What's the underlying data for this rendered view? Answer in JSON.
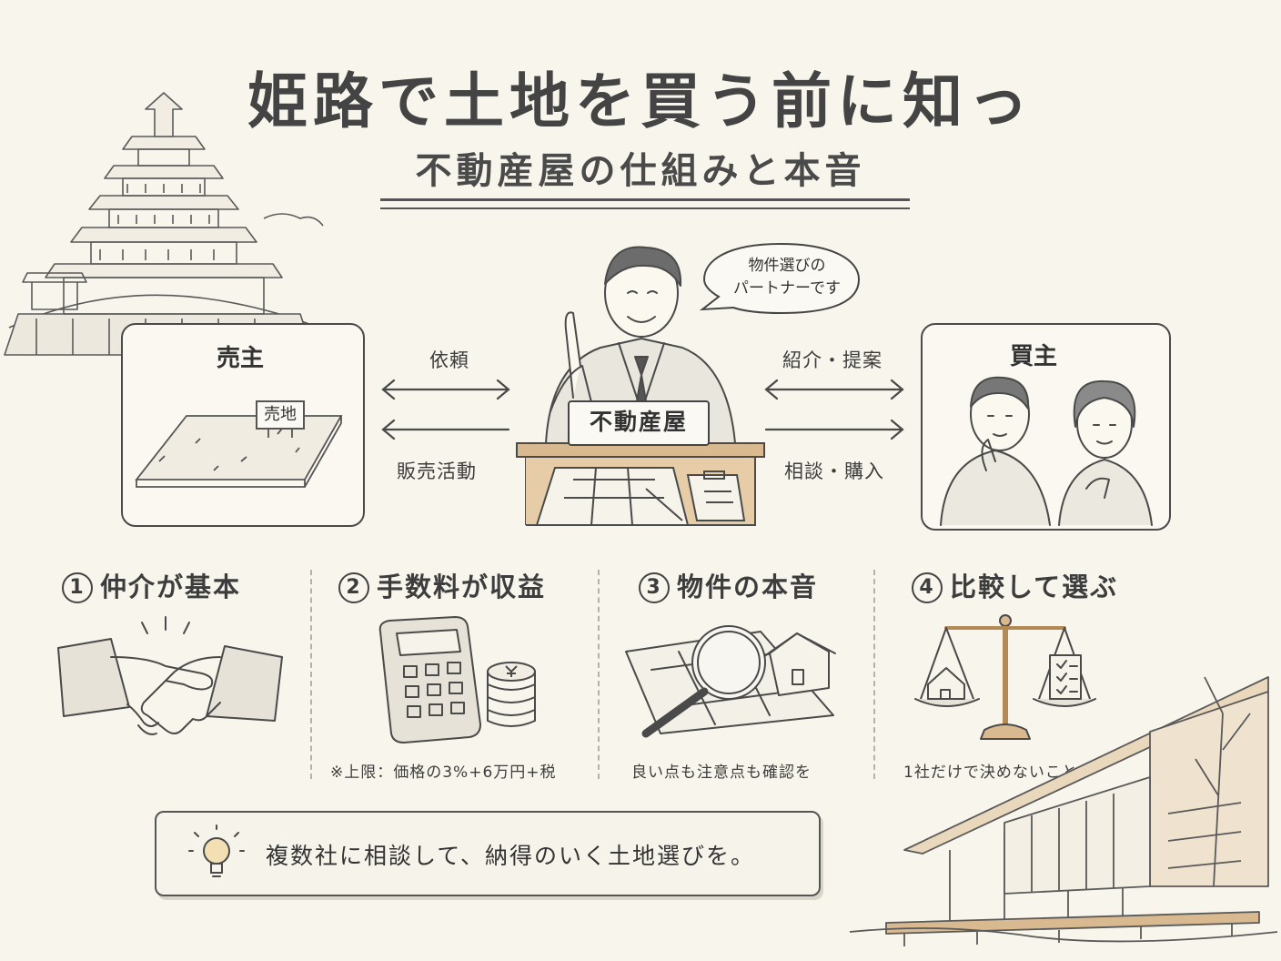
{
  "header": {
    "title": "姫路で土地を買う前に知っ",
    "subtitle": "不動産屋の仕組みと本音"
  },
  "diagram": {
    "seller": {
      "label": "売主",
      "sign": "売地"
    },
    "buyer": {
      "label": "買主"
    },
    "agent": {
      "desk_sign": "不動産屋",
      "speech": [
        "物件選びの",
        "パートナーです"
      ]
    },
    "left_arrows": {
      "top": "依頼",
      "bottom": "販売活動"
    },
    "right_arrows": {
      "top": "紹介・提案",
      "bottom": "相談・購入"
    }
  },
  "sections": [
    {
      "number": "1",
      "title": "仲介が基本",
      "caption": "",
      "icon": "handshake-icon"
    },
    {
      "number": "2",
      "title": "手数料が収益",
      "caption": "※上限：価格の3%+6万円+税",
      "icon": "calculator-icon"
    },
    {
      "number": "3",
      "title": "物件の本音",
      "caption": "良い点も注意点も確認を",
      "icon": "magnifier-icon"
    },
    {
      "number": "4",
      "title": "比較して選ぶ",
      "caption": "1社だけで決めないこと",
      "icon": "scale-icon"
    }
  ],
  "tip": {
    "icon": "lightbulb-icon",
    "text": "複数社に相談して、納得のいく土地選びを。"
  },
  "colors": {
    "background": "#f8f5ec",
    "ink": "#3b3b3b",
    "wood": "#d9b98f"
  }
}
